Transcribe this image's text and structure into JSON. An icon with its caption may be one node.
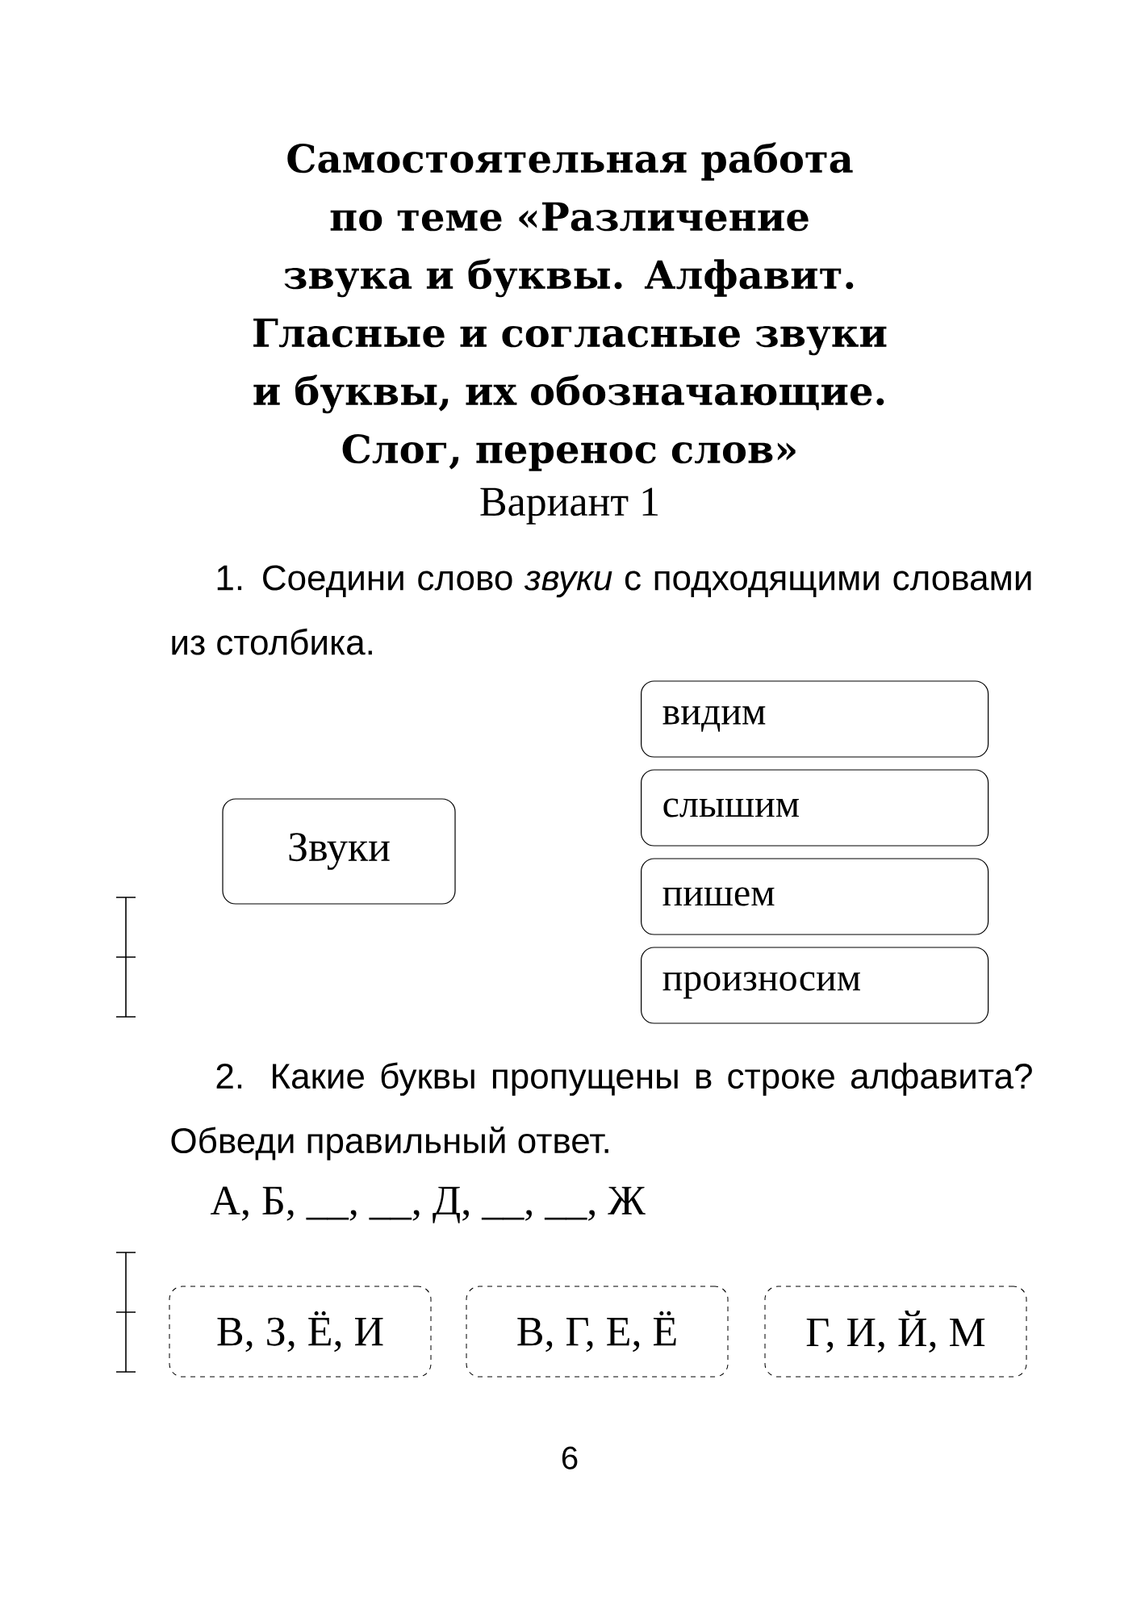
{
  "diagram": {
    "title": "Самостоятельная работа по теме «Различение звука и буквы. Алфавит. Гласные и согласные звуки и буквы, их обозначающие. Слог, перенос слов»",
    "nodes": [
      {
        "text": [
          "Звуки"
        ]
      },
      {
        "text": [
          "видим"
        ]
      },
      {
        "text": [
          "слышим"
        ]
      },
      {
        "text": [
          "пишем"
        ]
      },
      {
        "text": [
          "произносим"
        ]
      },
      {
        "text": [
          "В, З, Ё, И"
        ]
      },
      {
        "text": [
          "В, Г, Е, Ё"
        ]
      },
      {
        "text": [
          "Г, И, Й, М"
        ]
      }
    ],
    "labels": [
      "Вариант 1",
      "1. Соедини слово *звуки* с подходящими словами из столбика.",
      "2. Какие буквы пропущены в строке алфавита? Обведи правильный ответ.",
      "А, Б, __, __, Д, __, __, Ж",
      "6"
    ]
  }
}
